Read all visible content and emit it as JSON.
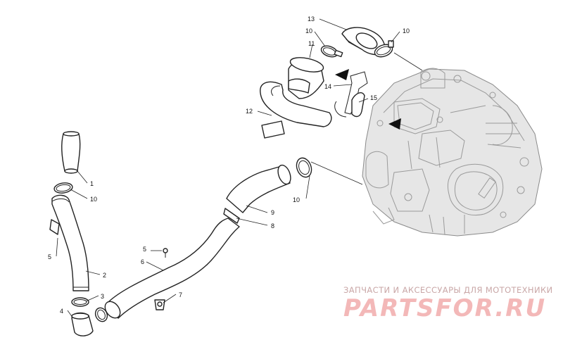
{
  "callouts": [
    "13",
    "10",
    "10",
    "11",
    "14",
    "15",
    "12",
    "1",
    "10",
    "10",
    "9",
    "8",
    "5",
    "5",
    "6",
    "2",
    "3",
    "4",
    "7"
  ],
  "watermark": {
    "line1": "ЗАПЧАСТИ И АКСЕССУАРЫ ДЛЯ МОТОТЕХНИКИ",
    "logo": "PARTSFOR.RU"
  },
  "colors": {
    "line": "#222222",
    "engine": "#9a9a9a",
    "watermark": "#f3b8b8"
  }
}
